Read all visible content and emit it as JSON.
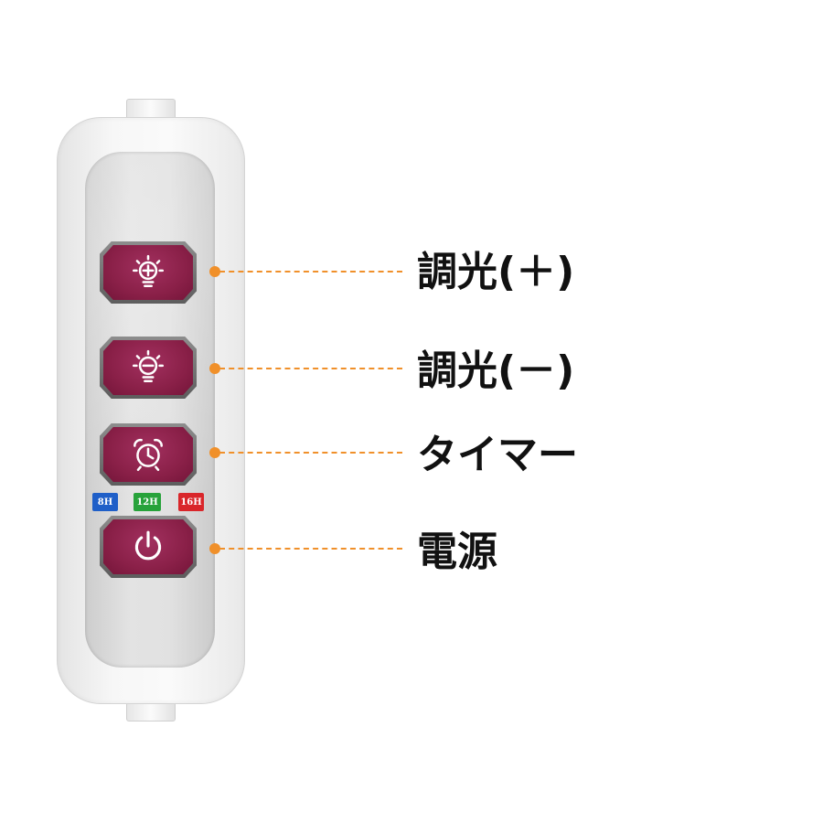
{
  "colors": {
    "button": "#8a2048",
    "leader": "#f0902a",
    "badge_8h": "#1f5fc8",
    "badge_12h": "#27a23a",
    "badge_16h": "#d9262a"
  },
  "buttons": [
    {
      "icon": "bulb-plus-icon",
      "label": "調光(＋)"
    },
    {
      "icon": "bulb-minus-icon",
      "label": "調光(－)"
    },
    {
      "icon": "alarm-clock-icon",
      "label": "タイマー"
    },
    {
      "icon": "power-icon",
      "label": "電源"
    }
  ],
  "timer_badges": [
    "8H",
    "12H",
    "16H"
  ]
}
